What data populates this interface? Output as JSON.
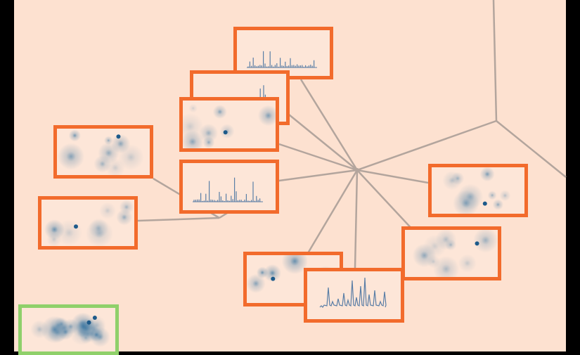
{
  "colors": {
    "background": "#fde1d0",
    "frame": "#000000",
    "node_border": "#f26b2c",
    "selected_border": "#8fd06a",
    "edge": "#b3a59d",
    "blob": "#2f6f9e",
    "spectrum": "#5a7ea6"
  },
  "graph": {
    "hub_id": "hub",
    "edges": [
      [
        "hub",
        "n_top_spectrum"
      ],
      [
        "hub",
        "n_stack_back"
      ],
      [
        "hub",
        "n_stack_front"
      ],
      [
        "hub",
        "n_spectrum_mid"
      ],
      [
        "hub",
        "n_right_blobs"
      ],
      [
        "hub",
        "n_lower_right_blobs"
      ],
      [
        "hub",
        "n_bottom_blobs"
      ],
      [
        "hub",
        "n_line_spectrum"
      ],
      [
        "hub",
        "junction_top_right"
      ],
      [
        "junction_top_right",
        "offscreen_top"
      ],
      [
        "junction_top_right",
        "offscreen_right"
      ],
      [
        "n_left_blobs",
        "junction_left"
      ],
      [
        "n_left2_blobs",
        "junction_left"
      ],
      [
        "junction_left",
        "n_spectrum_mid"
      ]
    ]
  },
  "nodes": [
    {
      "id": "n_top_spectrum",
      "kind": "spectrum",
      "state": "default"
    },
    {
      "id": "n_stack_back",
      "kind": "spectrum",
      "state": "default"
    },
    {
      "id": "n_stack_front",
      "kind": "blobs",
      "state": "default"
    },
    {
      "id": "n_left_blobs",
      "kind": "blobs",
      "state": "default"
    },
    {
      "id": "n_spectrum_mid",
      "kind": "spectrum",
      "state": "default"
    },
    {
      "id": "n_left2_blobs",
      "kind": "blobs",
      "state": "default"
    },
    {
      "id": "n_right_blobs",
      "kind": "blobs",
      "state": "default"
    },
    {
      "id": "n_lower_right_blobs",
      "kind": "blobs",
      "state": "default"
    },
    {
      "id": "n_bottom_blobs",
      "kind": "blobs",
      "state": "default"
    },
    {
      "id": "n_line_spectrum",
      "kind": "line-spectrum",
      "state": "default"
    },
    {
      "id": "n_selected_blobs",
      "kind": "dense-blobs",
      "state": "selected"
    }
  ]
}
